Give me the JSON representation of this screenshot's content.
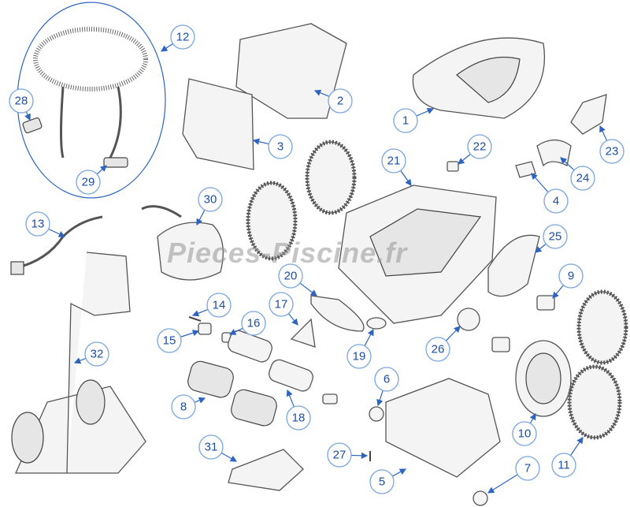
{
  "diagram": {
    "watermark": "Pieces-Piscine.fr",
    "callouts": [
      "12",
      "2",
      "1",
      "28",
      "3",
      "22",
      "23",
      "21",
      "29",
      "30",
      "24",
      "4",
      "13",
      "25",
      "9",
      "20",
      "17",
      "14",
      "15",
      "16",
      "32",
      "19",
      "26",
      "6",
      "8",
      "18",
      "10",
      "31",
      "27",
      "5",
      "7",
      "11"
    ],
    "colors": {
      "callout_stroke": "#7aa6de",
      "callout_text": "#1c4fa3",
      "leader": "#2d64c0"
    }
  }
}
